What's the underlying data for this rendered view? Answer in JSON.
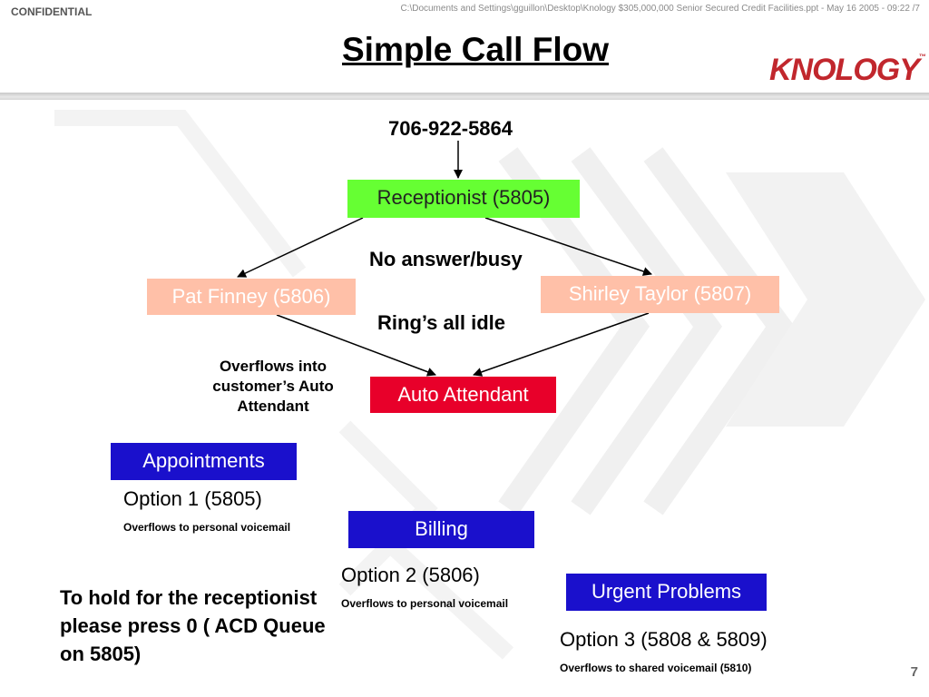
{
  "header": {
    "confidential": "CONFIDENTIAL",
    "file_path": "C:\\Documents and Settings\\gguillon\\Desktop\\Knology $305,000,000 Senior Secured Credit Facilities.ppt - May 16 2005 - 09:22 /7",
    "title": "Simple Call Flow",
    "logo_text": "KNOLOGY",
    "logo_tm": "™"
  },
  "flow": {
    "phone_number": "706-922-5864",
    "receptionist": "Receptionist (5805)",
    "no_answer": "No answer/busy",
    "pat": "Pat Finney (5806)",
    "shirley": "Shirley Taylor (5807)",
    "ring_idle": "Ring’s all idle",
    "overflow_note": "Overflows into customer’s Auto Attendant",
    "auto_attendant": "Auto Attendant"
  },
  "options": [
    {
      "menu": "Appointments",
      "option": "Option 1 (5805)",
      "overflow": "Overflows  to personal voicemail"
    },
    {
      "menu": "Billing",
      "option": "Option 2 (5806)",
      "overflow": "Overflows  to personal voicemail"
    },
    {
      "menu": "Urgent Problems",
      "option": "Option 3 (5808 & 5809)",
      "overflow": "Overflows  to shared voicemail (5810)"
    }
  ],
  "hold_note": "To hold for the receptionist please press 0 ( ACD Queue on 5805)",
  "page_number": "7",
  "colors": {
    "receptionist_box": "#66ff33",
    "agent_box": "#ffc0a8",
    "auto_attendant_box": "#e8002a",
    "option_box": "#1a10cc",
    "logo": "#c1272d"
  }
}
